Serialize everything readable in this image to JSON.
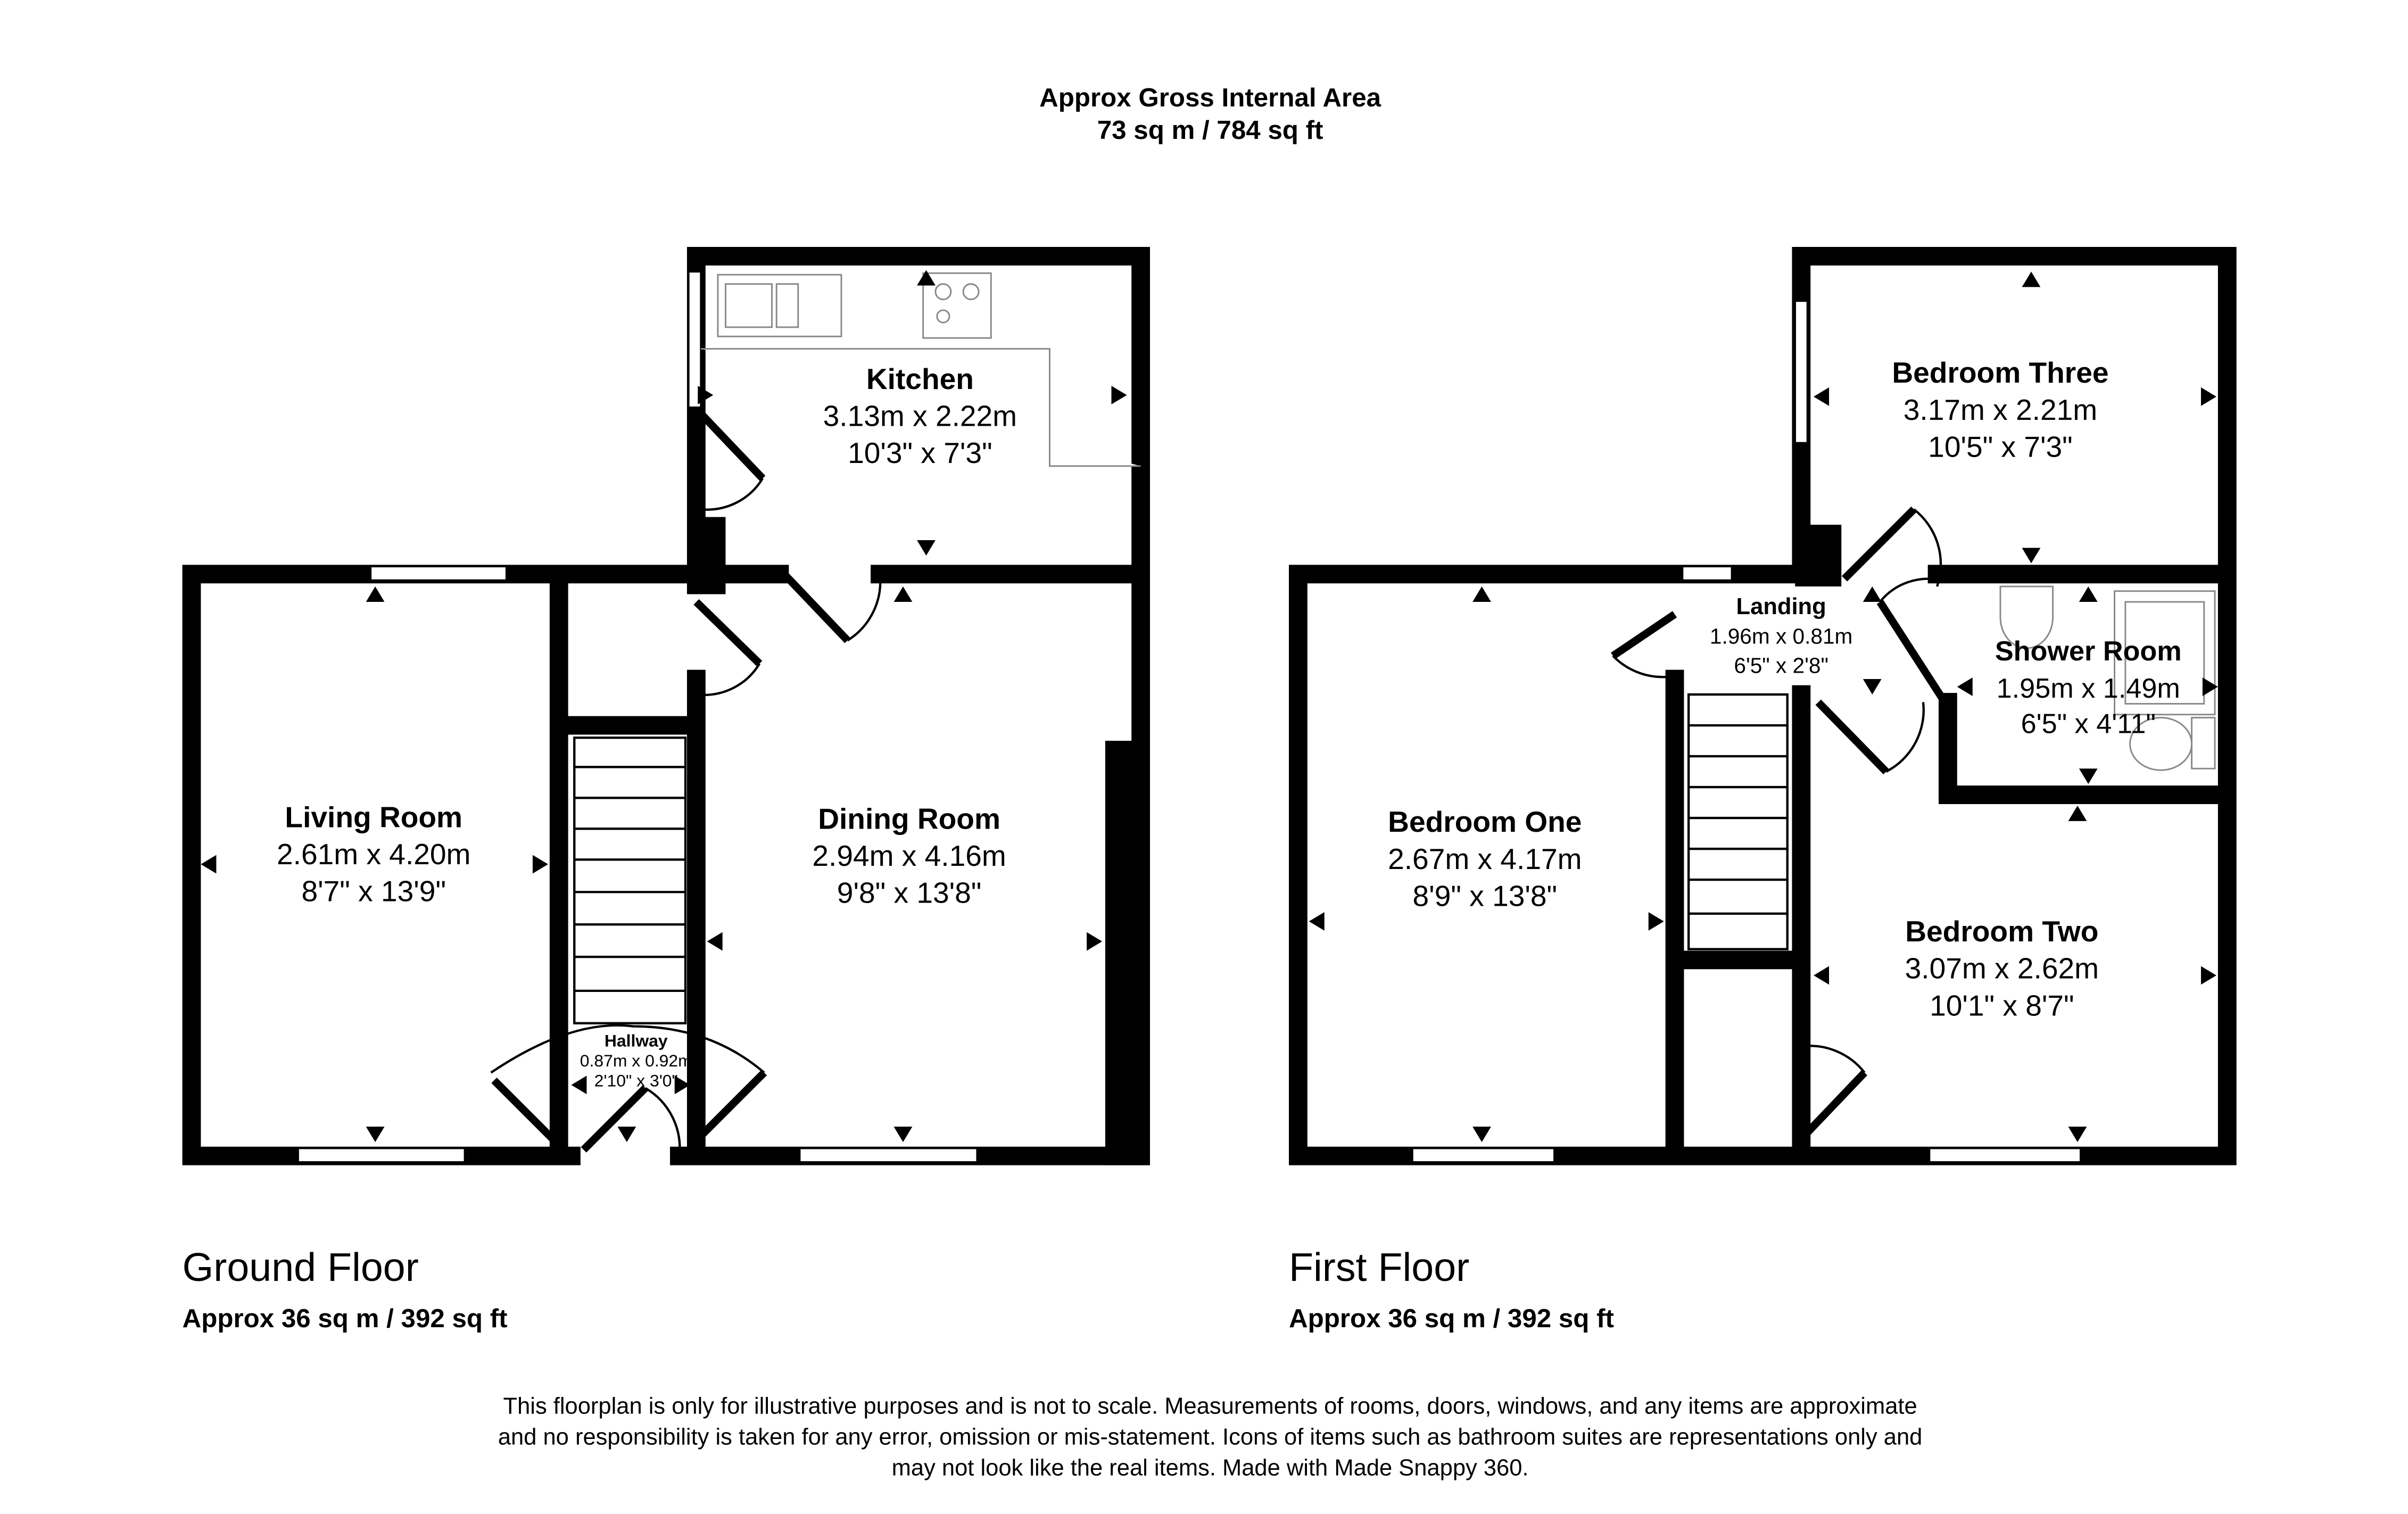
{
  "header": {
    "title": "Approx Gross Internal Area",
    "area": "73 sq m / 784 sq ft"
  },
  "ground_floor": {
    "label": "Ground Floor",
    "area": "Approx 36 sq m / 392 sq ft",
    "rooms": [
      {
        "name": "Kitchen",
        "metric": "3.13m x 2.22m",
        "imperial": "10'3\" x 7'3\""
      },
      {
        "name": "Living Room",
        "metric": "2.61m x 4.20m",
        "imperial": "8'7\" x 13'9\""
      },
      {
        "name": "Dining Room",
        "metric": "2.94m x 4.16m",
        "imperial": "9'8\" x 13'8\""
      },
      {
        "name": "Hallway",
        "metric": "0.87m x 0.92m",
        "imperial": "2'10\" x 3'0\""
      }
    ]
  },
  "first_floor": {
    "label": "First Floor",
    "area": "Approx 36 sq m / 392 sq ft",
    "rooms": [
      {
        "name": "Bedroom Three",
        "metric": "3.17m x 2.21m",
        "imperial": "10'5\" x 7'3\""
      },
      {
        "name": "Landing",
        "metric": "1.96m x 0.81m",
        "imperial": "6'5\" x 2'8\""
      },
      {
        "name": "Shower Room",
        "metric": "1.95m x 1.49m",
        "imperial": "6'5\" x 4'11\""
      },
      {
        "name": "Bedroom One",
        "metric": "2.67m x 4.17m",
        "imperial": "8'9\" x 13'8\""
      },
      {
        "name": "Bedroom Two",
        "metric": "3.07m x 2.62m",
        "imperial": "10'1\" x 8'7\""
      }
    ]
  },
  "disclaimer": [
    "This floorplan is only for illustrative purposes and is not to scale. Measurements of rooms, doors, windows, and any items are approximate",
    "and no responsibility is taken for any error, omission or mis-statement. Icons of items such as bathroom suites are representations only and",
    "may not look like the real items. Made with Made Snappy 360."
  ]
}
